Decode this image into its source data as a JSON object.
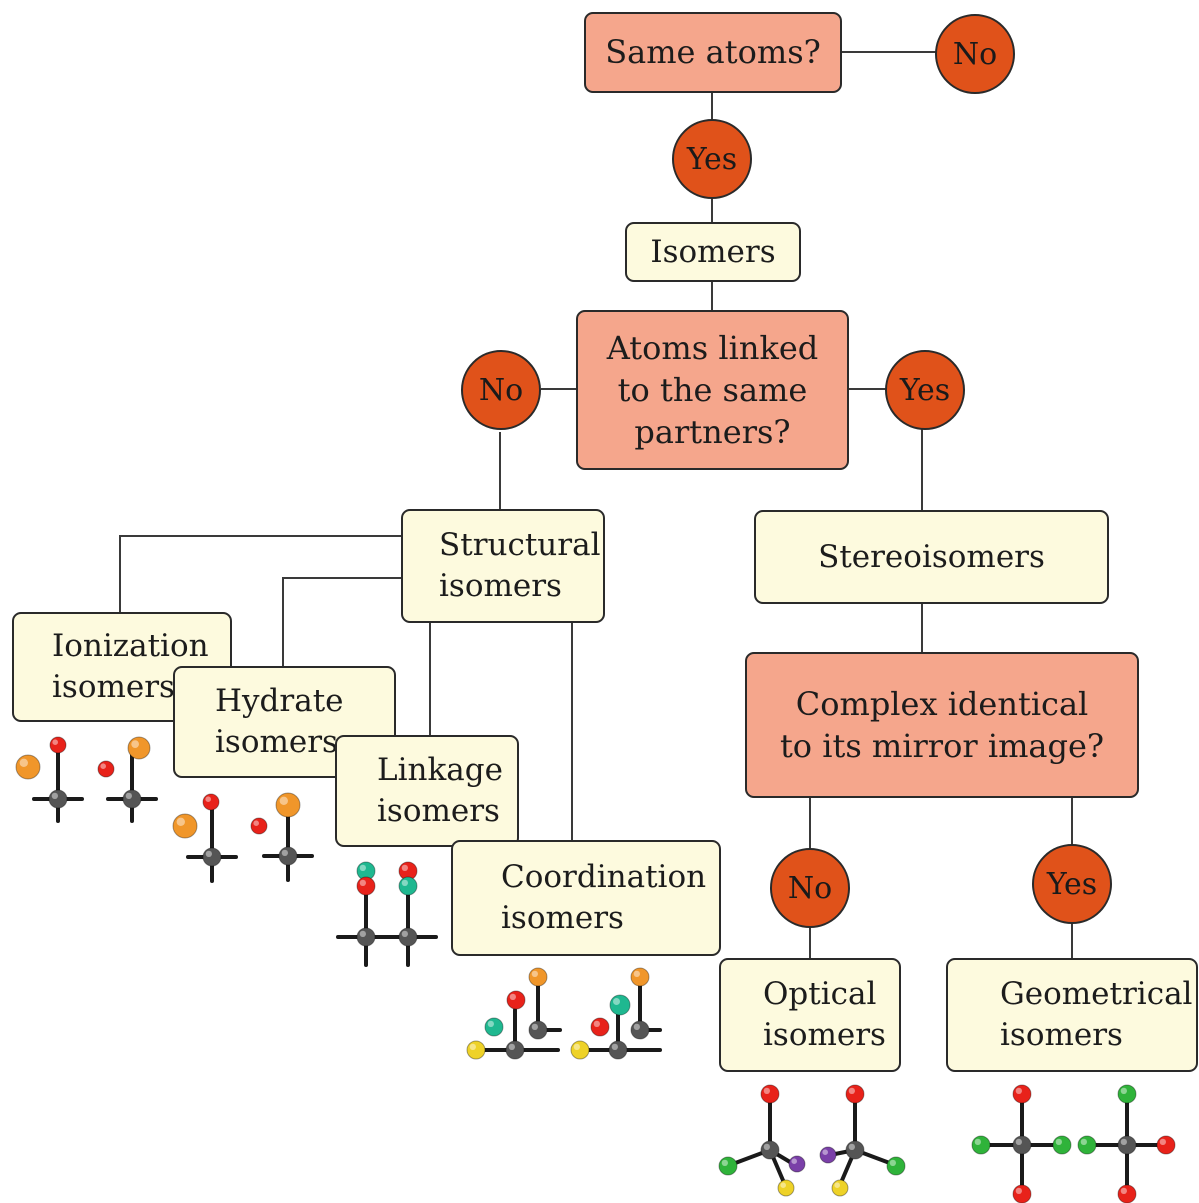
{
  "diagram": {
    "q_same_atoms": "Same atoms?",
    "ans_no_top": "No",
    "ans_yes_top": "Yes",
    "isomers": "Isomers",
    "q_linked": [
      "Atoms linked",
      "to the same",
      "partners?"
    ],
    "ans_no_mid": "No",
    "ans_yes_mid": "Yes",
    "structural": [
      "Structural",
      "isomers"
    ],
    "stereo": "Stereoisomers",
    "ionization": [
      "Ionization",
      "isomers"
    ],
    "hydrate": [
      "Hydrate",
      "isomers"
    ],
    "linkage": [
      "Linkage",
      "isomers"
    ],
    "coordination": [
      "Coordination",
      "isomers"
    ],
    "q_mirror": [
      "Complex identical",
      "to its mirror image?"
    ],
    "ans_no_low": "No",
    "ans_yes_low": "Yes",
    "optical": [
      "Optical",
      "isomers"
    ],
    "geometrical": [
      "Geometrical",
      "isomers"
    ]
  },
  "colors": {
    "question_fill": "#f5a68c",
    "result_fill": "#fdfade",
    "answer_fill": "#e0521a",
    "atom_red": "#e8221a",
    "atom_orange": "#f0962a",
    "atom_green": "#2fb33a",
    "atom_teal": "#1fb890",
    "atom_yellow": "#eed228",
    "atom_purple": "#7a3fa8",
    "metal": "#555555"
  }
}
